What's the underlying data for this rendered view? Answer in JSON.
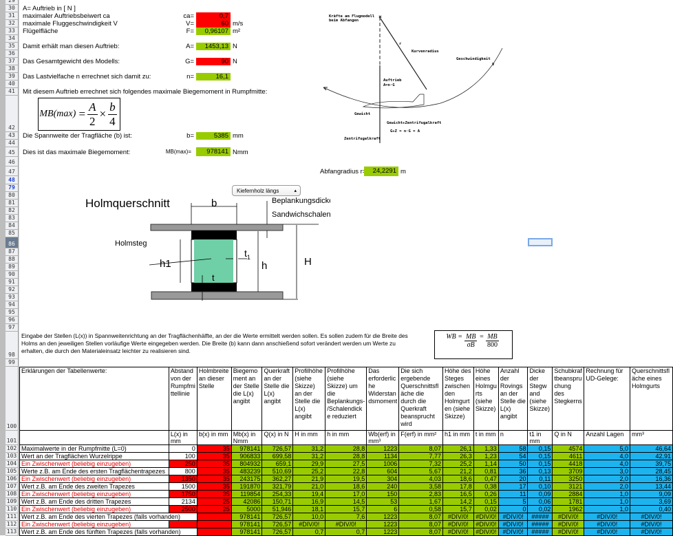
{
  "row_numbers": [
    "29",
    "30",
    "31",
    "32",
    "33",
    "34",
    "35",
    "36",
    "37",
    "38",
    "39",
    "40",
    "41",
    "42",
    "43",
    "44",
    "45",
    "46",
    "47",
    "48",
    "79",
    "80",
    "81",
    "82",
    "83",
    "84",
    "85",
    "86",
    "87",
    "88",
    "89",
    "90",
    "91",
    "92",
    "93",
    "94",
    "95",
    "96",
    "97",
    "98",
    "99",
    "100",
    "101",
    "102",
    "103",
    "104",
    "105",
    "106",
    "107",
    "108",
    "109",
    "110",
    "111",
    "112",
    "113"
  ],
  "top": {
    "r30": "A= Auftrieb in [ N ]",
    "r31": {
      "label": "maximaler Auftriebsbeiwert ca",
      "sym": "ca=",
      "value": "0,7"
    },
    "r32": {
      "label": "maximale Fluggeschwindigkeit V",
      "sym": "V=",
      "value": "60",
      "unit": "m/s"
    },
    "r33": {
      "label": "Flügelfläche",
      "sym": "F=",
      "value": "0,96107",
      "unit": "m²"
    },
    "r35": {
      "label": "Damit erhält man diesen Auftrieb:",
      "sym": "A=",
      "value": "1453,13",
      "unit": "N"
    },
    "r37": {
      "label": "Das Gesamtgewicht des Modells:",
      "sym": "G=",
      "value": "90",
      "unit": "N"
    },
    "r39": {
      "label": "Das Lastvielfache n errechnet sich damit zu:",
      "sym": "n=",
      "value": "16,1"
    },
    "r41": "Mit diesem Auftrieb errechnet sich folgendes maximale Biegemoment in Rumpfmitte:",
    "r43": {
      "label": "Die Spannweite der Tragfläche (b) ist:",
      "sym": "b=",
      "value": "5385",
      "unit": "mm"
    },
    "r45": {
      "label": "Dies ist das maximale Biegemoment:",
      "sym": "MB(max)=",
      "value": "978141",
      "unit": "Nmm"
    },
    "radius": {
      "label": "Abfangradius r=",
      "value": "24,2291",
      "unit": "m"
    }
  },
  "formula1": {
    "lhs": "MB(max)",
    "eq": "=",
    "n1": "A",
    "d1": "2",
    "times": "×",
    "n2": "b",
    "d2": "4"
  },
  "formula2": {
    "lhs": "WB",
    "n1": "MB",
    "d1": "σB",
    "n2": "MB",
    "d2": "800"
  },
  "flight_diagram": {
    "title1": "Kräfte am Flugmodell",
    "title2": "beim Abfangen",
    "r": "r",
    "kurvenradius": "Kurvenradius",
    "geschwindigkeit": "Geschwindigkeit",
    "v": "V",
    "auftrieb": "Auftrieb",
    "auftrieb_formula": "A=n·G",
    "gewicht": "Gewicht",
    "gz": "Gewicht+Zentrifugalkraft",
    "gz_formula": "G+Z = n·G = A",
    "zentrifugal": "Zentrifugalkraft"
  },
  "section": {
    "title": "Holmquerschnitt",
    "dropdown": "Kiefernholz längs",
    "b": "b",
    "beplankung1": "Beplankungsdicke oder",
    "beplankung2": "Sandwichschalendicke",
    "holmsteg": "Holmsteg",
    "h1": "h1",
    "h": "h",
    "H": "H",
    "t1": "t",
    "t1_sub": "1",
    "t": "t"
  },
  "note": "Eingabe der Stellen (L(x)) in Spannweitenrichtung an der Tragflächenhälfte, an der die Werte ermittelt werden sollen. Es sollen zudem für die Breite des Holms an den jeweiligen Stellen vorläufige Werte eingegeben werden. Die Breite (b) kann dann anschießend sofort verändert werden um Werte zu erhalten, die durch den Materialeinsatz leichter zu realisieren sind.",
  "table": {
    "title": "Erklärungen der Tabellenwerte:",
    "headers": [
      "Abstand von der Rumpfmi ttellinie",
      "Holmbreite an dieser Stelle",
      "Biegemo ment an der Stelle die L(x) angibt",
      "Querkraft an der Stelle die L(x) angibt",
      "Profilhöhe (siehe Skizze) an der Stelle die L(x) angibt",
      "Profilhöhe (siehe Skizze) um die Beplankungs- /Schalendick e reduziert",
      "Das erforderlic he Widerstan dsmoment",
      "Die sich ergebende Querschnittsfl äche die durch die Querkraft beansprucht wird",
      "Höhe des Steges zwischen den Holmgurt en (siehe Skizze)",
      "Höhe eines Holmgu rts (siehe Skizze)",
      "Anzahl der Rovings an der Stelle die L(x) angibt",
      "Dicke der Stegw and (siehe Skizze)",
      "Schubkraf tbeanspru chung des Stegkerns",
      "Rechnung für UD-Gelege:",
      "Querschnittsfl äche eines Holmgurts"
    ],
    "units": [
      "L(x) in mm",
      "b(x) in mm",
      "Mb(x) in Nmm",
      "Q(x) in N",
      "H in mm",
      "h in mm",
      "Wb(erf) in mm³",
      "F(erf) in mm²",
      "h1 in mm",
      "t in mm",
      "n",
      "t1 in mm",
      "Q in N",
      "Anzahl Lagen",
      "mm³"
    ],
    "rows": [
      {
        "label": "Maximalwerte in der Rumpfmitte (L=0)",
        "input": false,
        "cells": [
          "0",
          "35",
          "978141",
          "726,57",
          "31,2",
          "28,8",
          "1223",
          "8,07",
          "26,1",
          "1,33",
          "58",
          "0,15",
          "4574",
          "5,0",
          "46,64"
        ]
      },
      {
        "label": "Wert an der Tragflächen Wurzelrippe",
        "input": false,
        "cells": [
          "100",
          "35",
          "906833",
          "699,58",
          "31,2",
          "28,8",
          "1134",
          "7,77",
          "26,3",
          "1,23",
          "54",
          "0,15",
          "4611",
          "4,0",
          "42,91"
        ]
      },
      {
        "label": "Ein Zwischenwert (beliebig einzugeben)",
        "input": true,
        "cells": [
          "250",
          "35",
          "804932",
          "659,1",
          "29,9",
          "27,5",
          "1006",
          "7,32",
          "25,2",
          "1,14",
          "50",
          "0,15",
          "4418",
          "4,0",
          "39,75"
        ]
      },
      {
        "label": "Werte z.B. am Ende des ersten Tragflächentrapezes",
        "input": false,
        "cells": [
          "800",
          "35",
          "483239",
          "510,69",
          "25,2",
          "22,8",
          "604",
          "5,67",
          "21,2",
          "0,81",
          "36",
          "0,13",
          "3709",
          "3,0",
          "28,45"
        ]
      },
      {
        "label": "Ein Zwischenwert (beliebig einzugeben)",
        "input": true,
        "cells": [
          "1350",
          "35",
          "243175",
          "362,27",
          "21,9",
          "19,5",
          "304",
          "4,03",
          "18,6",
          "0,47",
          "20",
          "0,11",
          "3250",
          "2,0",
          "16,36"
        ]
      },
      {
        "label": "Wert z.B. am Ende des zweiten Trapezes",
        "input": false,
        "cells": [
          "1500",
          "35",
          "191870",
          "321,79",
          "21,0",
          "18,6",
          "240",
          "3,58",
          "17,8",
          "0,38",
          "17",
          "0,10",
          "3121",
          "2,0",
          "13,44"
        ]
      },
      {
        "label": "Ein Zwischenwert (beliebig einzugeben)",
        "input": true,
        "cells": [
          "1750",
          "35",
          "119854",
          "254,33",
          "19,4",
          "17,0",
          "150",
          "2,83",
          "16,5",
          "0,26",
          "11",
          "0,09",
          "2884",
          "1,0",
          "9,09"
        ]
      },
      {
        "label": "Wert z.B. am Ende des dritten Trapezes",
        "input": false,
        "cells": [
          "2134",
          "25",
          "42086",
          "150,71",
          "16,9",
          "14,5",
          "53",
          "1,67",
          "14,2",
          "0,15",
          "5",
          "0,06",
          "1781",
          "1,0",
          "3,69"
        ]
      },
      {
        "label": "Ein Zwischenwert (beliebig einzugeben)",
        "input": true,
        "cells": [
          "2500",
          "25",
          "5000",
          "51,946",
          "18,1",
          "15,7",
          "6",
          "0,58",
          "15,7",
          "0,02",
          "0",
          "0,02",
          "1962",
          "1,0",
          "0,40"
        ]
      },
      {
        "label": "Wert z.B. am Ende des vierten Trapezes (falls vorhanden)",
        "input": false,
        "span": true,
        "cells": [
          "",
          "",
          "978141",
          "726,57",
          "10,0",
          "7,6",
          "1223",
          "8,07",
          "#DIV/0!",
          "#DIV/0!",
          "#DIV/0!",
          "#####",
          "#DIV/0!",
          "#DIV/0!",
          "#DIV/0!"
        ]
      },
      {
        "label": "Ein Zwischenwert (beliebig einzugeben)",
        "input": true,
        "cells": [
          "",
          "",
          "978141",
          "726,57",
          "#DIV/0!",
          "#DIV/0!",
          "1223",
          "8,07",
          "#DIV/0!",
          "#DIV/0!",
          "#DIV/0!",
          "#####",
          "#DIV/0!",
          "#DIV/0!",
          "#DIV/0!"
        ]
      },
      {
        "label": "Wert z.B. am Ende des fünften Trapezes (falls vorhanden)",
        "input": false,
        "span": true,
        "cells": [
          "",
          "",
          "978141",
          "726,57",
          "0,7",
          "0,7",
          "1223",
          "8,07",
          "#DIV/0!",
          "#DIV/0!",
          "#DIV/0!",
          "#####",
          "#DIV/0!",
          "#DIV/0!",
          "#DIV/0!"
        ]
      }
    ]
  },
  "colors": {
    "input": "#ff0000",
    "calc": "#99cc00",
    "result": "#1db3ef"
  }
}
